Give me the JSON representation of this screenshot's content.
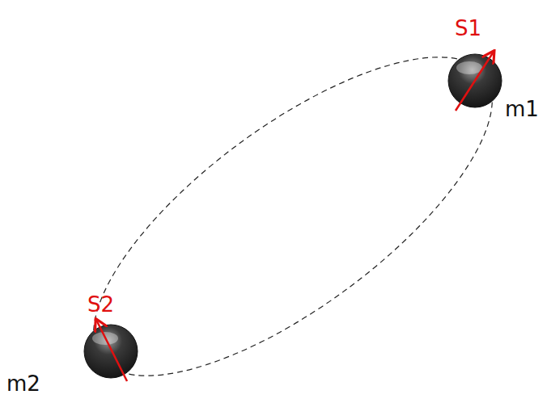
{
  "diagram": {
    "labels": [
      "S1",
      "m1",
      "S2",
      "m2"
    ]
  }
}
